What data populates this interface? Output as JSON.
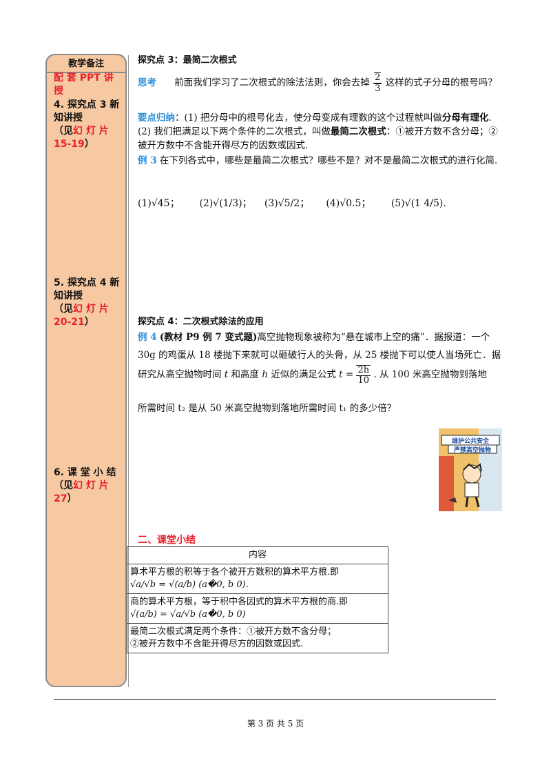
{
  "sidebar": {
    "header": "教学备注",
    "note1_black": "配 套 PPT 讲授",
    "note2_a": "4. 探究点 3 新知讲授",
    "note2_b": "（见",
    "note2_red": "幻 灯 片 15-19",
    "note2_c": "）",
    "note3_a": "5. 探究点 4 新知讲授",
    "note3_b": "（见",
    "note3_red": "幻 灯 片 20-21",
    "note3_c": "）",
    "note4_a": "6. 课 堂 小 结",
    "note4_b": "（见",
    "note4_red": "幻 灯 片 27",
    "note4_c": "）"
  },
  "section3": {
    "title": "探究点 3：最简二次根式",
    "think_label": "思考",
    "think_text_a": "前面我们学习了二次根式的除法法则，你会去掉",
    "think_text_b": "这样的式子分母的根号吗？",
    "summary_label": "要点归纳",
    "summary_text_a": "：(1) 把分母中的根号化去，使分母变成有理数的这个过程就叫做",
    "summary_bold_a": "分母有理化",
    "summary_text_b": "(2) 我们把满足以下两个条件的二次根式，叫做",
    "summary_bold_b": "最简二次根式",
    "summary_text_c": "：①被开方数不含分母；②被开方数中不含能开得尽方的因数或因式.",
    "example_label": "例 3",
    "example_text": "在下列各式中，哪些是最简二次根式？哪些不是？对不是最简二次根式的进行化简.",
    "items": [
      "(1)√45；",
      "(2)√(1/3)；",
      "(3)√5/2；",
      "(4)√0.5；",
      "(5)√(1 4/5)."
    ]
  },
  "section4": {
    "title": "探究点 4：二次根式除法的应用",
    "example_label": "例 4",
    "example_source": "(教材 P9 例 7 变式题)",
    "line1": "高空抛物现象被称为“悬在城市上空的痛”．据报道：一个",
    "line2": "30g 的鸡蛋从 18 楼抛下来就可以砸破行人的头骨，从 25 楼抛下可以使人当场死亡．据",
    "line3a": "研究从高空抛物时间",
    "line3b": "和高度",
    "line3c": "近似的满足公式",
    "line3d": ". 从 100 米高空抛物到落地",
    "line4": "所需时间 t₂ 是从 50 米高空抛物到落地所需时间 t₁ 的多少倍？",
    "var_t": "t",
    "var_h": "h",
    "formula_lhs": "t =",
    "formula_num": "2h",
    "formula_den": "10",
    "poster_line1": "维护公共安全",
    "poster_line2": "严禁高空抛物"
  },
  "classroom_summary": {
    "title": "二、课堂小结",
    "header": "内容",
    "row1_text": "算术平方根的积等于各个被开方数积的算术平方根.即",
    "row1_formula": "√a/√b = √(a/b) (a�0, b  0).",
    "row2_text": "商的算术平方根，等于积中各因式的算术平方根的商.即",
    "row2_formula": "√(a/b) = √a/√b (a�0, b  0)",
    "row3_text_a": "最简二次根式满足两个条件：①被开方数不含分母；",
    "row3_text_b": "②被开方数中不含能开得尽方的因数或因式."
  },
  "footer": "第 3 页 共 5 页"
}
